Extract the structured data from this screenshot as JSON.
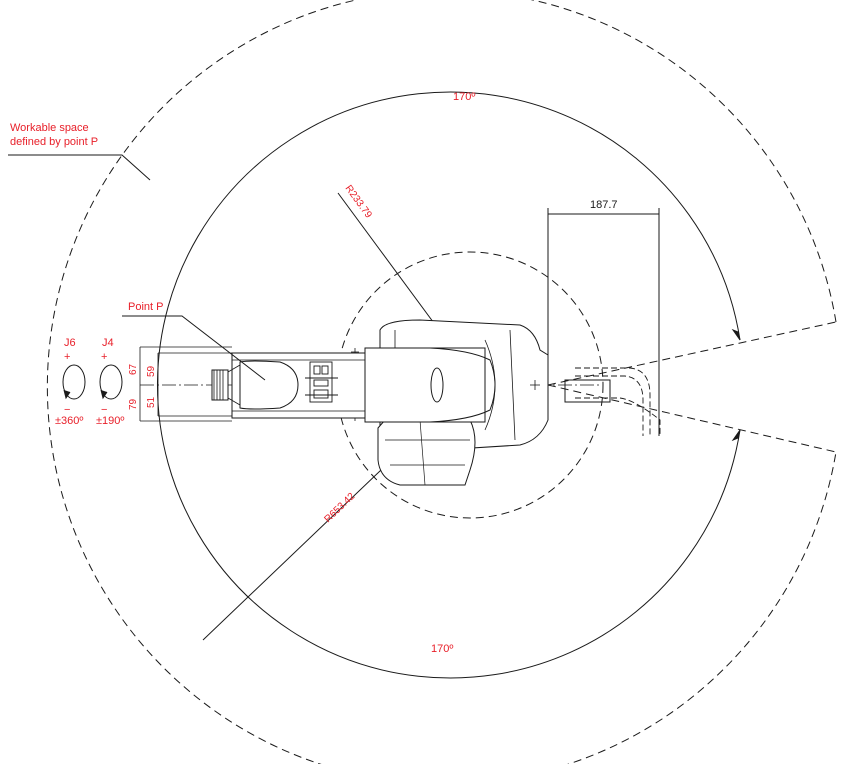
{
  "labels": {
    "workable_line1": "Workable space",
    "workable_line2": "defined by point P",
    "point_p": "Point P",
    "angle_top": "170º",
    "angle_bottom": "170º",
    "r_inner": "R233.79",
    "r_outer": "R653.42",
    "dim_width": "187.7",
    "j6": "J6",
    "j4": "J4",
    "j6_plus": "+",
    "j6_minus": "−",
    "j4_plus": "+",
    "j4_minus": "−",
    "j6_range": "±360º",
    "j4_range": "±190º",
    "dim_67": "67",
    "dim_59": "59",
    "dim_79": "79",
    "dim_51": "51"
  },
  "colors": {
    "annotation": "#e8202a",
    "line": "#1a1a1a"
  }
}
